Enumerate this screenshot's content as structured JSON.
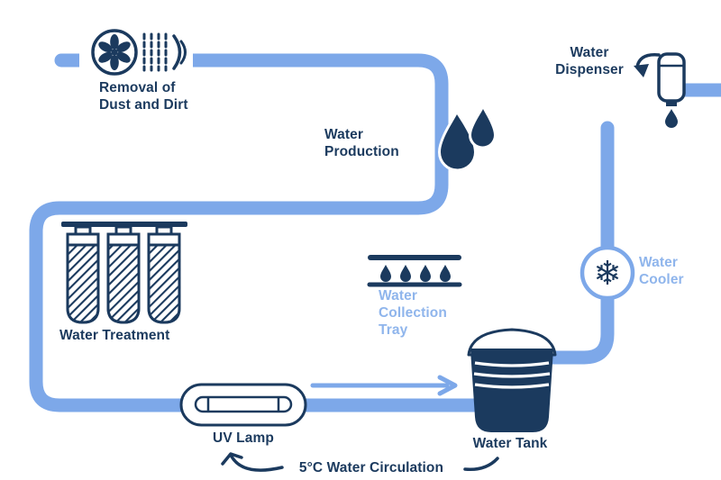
{
  "colors": {
    "navy": "#1B3A5E",
    "pipe_blue": "#7DA8E9",
    "light_blue": "#8FB5EC",
    "background": "#FFFFFF"
  },
  "labels": {
    "removal": "Removal of\nDust and Dirt",
    "production": "Water\nProduction",
    "dispenser": "Water\nDispenser",
    "treatment": "Water Treatment",
    "collection_tray": "Water\nCollection\nTray",
    "cooler": "Water\nCooler",
    "uv_lamp": "UV Lamp",
    "tank": "Water Tank",
    "circulation": "5°C Water Circulation"
  },
  "icons": {
    "fan_filter": "fan-filter-icon",
    "water_drops": "water-drops-icon",
    "water_dispenser": "water-dispenser-icon",
    "filter_cartridges": "filter-cartridges-icon",
    "collection_tray": "collection-tray-icon",
    "snowflake_glyph": "❄",
    "uv_lamp": "uv-lamp-icon",
    "water_tank": "water-tank-icon"
  }
}
